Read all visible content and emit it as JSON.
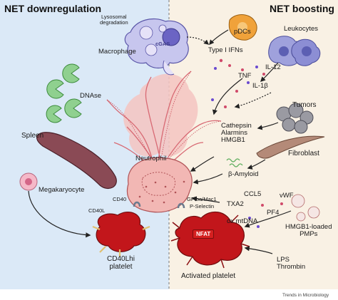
{
  "header": {
    "left_title": "NET downregulation",
    "right_title": "NET boosting"
  },
  "labels": {
    "lysosomal_degradation": "Lysosomal\ndegradation",
    "macrophage": "Macrophage",
    "cgas": "cGAS",
    "pdcs": "pDCs",
    "leukocytes": "Leukocytes",
    "type_i_ifns": "Type I IFNs",
    "il12": "IL-12",
    "tnf": "TNF",
    "il1b": "IL-1β",
    "dnase": "DNAse",
    "tumors": "Tumors",
    "cathepsin_group": "Cathepsin\nAlarmins\nHMGB1",
    "fibroblast": "Fibroblast",
    "beta_amyloid": "β-Amyloid",
    "spleen": "Spleen",
    "neutrophil": "Neutrophil",
    "megakaryocyte": "Megakaryocyte",
    "cd40": "CD40",
    "cd40l": "CD40L",
    "gpiba_mac1": "GPIba/Mac1",
    "p_selectin": "P-Selectin",
    "ccl5": "CCL5",
    "vwf": "vWF",
    "txa2": "TXA2",
    "pf4": "PF4",
    "ox_mtdna": "ox mtDNA",
    "nfat": "NFAT",
    "cd40l_hi_platelet": "CD40Lhi\nplatelet",
    "hmgb1_pmps": "HMGB1-loaded\nPMPs",
    "activated_platelet": "Activated platelet",
    "lps_thrombin": "LPS\nThrombin"
  },
  "footer": "Trends in Microbiology",
  "colors": {
    "left_panel": "#dbe9f7",
    "right_panel": "#f9f1e4",
    "neutrophil": "#f2b7b4",
    "platelet": "#c2161b",
    "dnase": "#8fd08f",
    "macrophage": "#c7c6ee",
    "spleen": "#8a4a55"
  }
}
